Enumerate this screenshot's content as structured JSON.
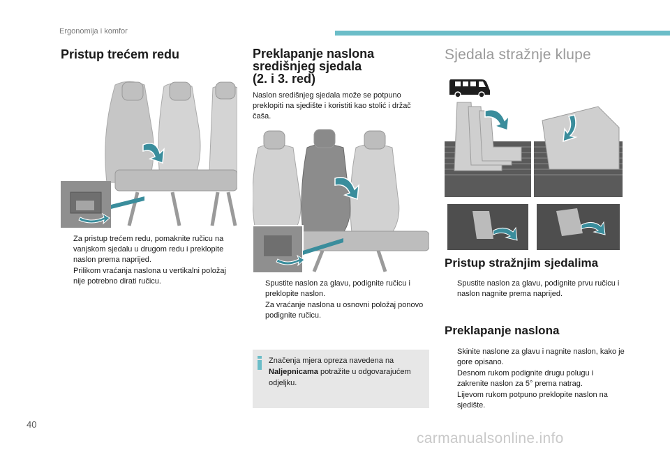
{
  "header": {
    "section_title": "Ergonomija i komfor",
    "accent_color": "#6bbdc8"
  },
  "left_column": {
    "title": "Pristup trećem redu",
    "bullets": [
      "Za pristup trećem redu, pomaknite ručicu na vanjskom sjedalu u drugom redu i preklopite naslon prema naprijed.",
      "Prilikom vraćanja naslona u vertikalni položaj nije potrebno dirati ručicu."
    ]
  },
  "middle_column": {
    "title_lines": [
      "Preklapanje naslona",
      "središnjeg sjedala",
      "(2. i 3. red)"
    ],
    "intro": "Naslon središnjeg sjedala može se potpuno preklopiti na sjedište i koristiti kao stolić i držač čaša.",
    "bullets": [
      "Spustite naslon za glavu, podignite ručicu i preklopite naslon.",
      "Za vraćanje naslona u osnovni položaj ponovo podignite ručicu."
    ],
    "note": {
      "pre": "Značenja mjera opreza navedena na",
      "bold": "Naljepnicama",
      "post": "potražite u odgovarajućem odjeljku."
    }
  },
  "right_column": {
    "title": "Sjedala stražnje klupe",
    "subtitle_access": "Pristup stražnjim sjedalima",
    "access_bullets": [
      "Spustite naslon za glavu, podignite prvu ručicu i naslon nagnite prema naprijed."
    ],
    "subtitle_fold": "Preklapanje naslona",
    "fold_bullets": [
      "Skinite naslone za glavu i nagnite naslon, kako je gore opisano.",
      "Desnom rukom podignite drugu polugu i zakrenite naslon za 5° prema natrag.",
      "Lijevom rukom potpuno preklopite naslon na sjedište."
    ]
  },
  "footer": {
    "page_number": "40",
    "watermark": "carmanualsonline.info"
  },
  "bullet_marker": "",
  "icons": [
    "van-icon",
    "info-icon",
    "arrow-icon"
  ]
}
